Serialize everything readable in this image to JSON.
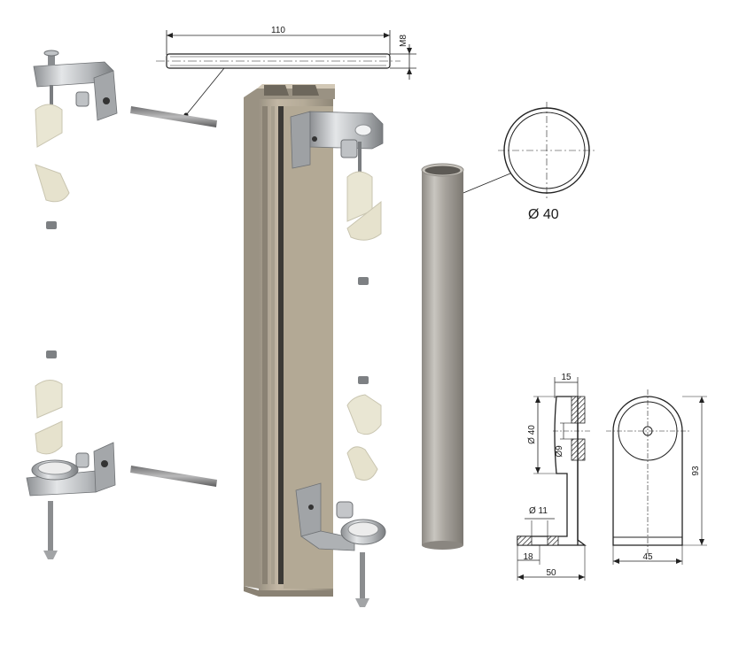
{
  "figure": {
    "description_labels": {
      "rod_length": "110",
      "rod_thread": "M8",
      "tube_diameter": "Ø 40"
    },
    "side_view": {
      "top_width": "15",
      "outer_diameter": "Ø 40",
      "inner_diameter": "Ø9",
      "hole_diameter": "Ø 11",
      "foot_offset": "18",
      "total_length": "50"
    },
    "front_view": {
      "height": "93",
      "base_width": "45"
    }
  },
  "colors": {
    "profile_face": "#b8ab96",
    "profile_side": "#8f8778",
    "metal": "#c8cacc",
    "metal_dark": "#7e8184",
    "plastic": "#e9e6d3",
    "hatch": "#333333",
    "line": "#222222"
  },
  "icons": [
    "shaft-icon",
    "tube-icon",
    "clamp-icon",
    "screw-icon",
    "nut-icon",
    "wedge-icon"
  ]
}
